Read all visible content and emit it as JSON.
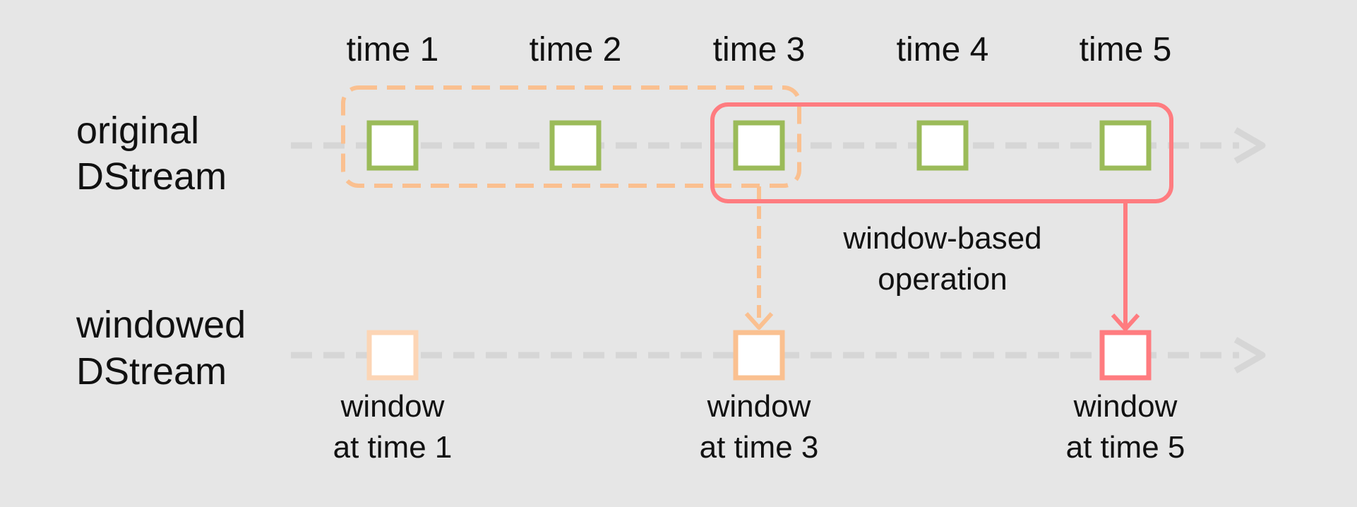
{
  "time_labels": [
    "time 1",
    "time 2",
    "time 3",
    "time 4",
    "time 5"
  ],
  "rows": {
    "original": {
      "line1": "original",
      "line2": "DStream"
    },
    "windowed": {
      "line1": "windowed",
      "line2": "DStream"
    }
  },
  "operation_label": {
    "line1": "window-based",
    "line2": "operation"
  },
  "window_labels": [
    {
      "line1": "window",
      "line2": "at time 1"
    },
    {
      "line1": "window",
      "line2": "at time 3"
    },
    {
      "line1": "window",
      "line2": "at time 5"
    }
  ],
  "colors": {
    "background": "#e6e6e6",
    "rdd_green": "#9bbb59",
    "window_earlier": "#fac090",
    "window_current": "#ff7c80",
    "window_time1": "#fcd5b5",
    "timeline_arrow": "#d6d6d6",
    "text": "#111111"
  },
  "icons": {
    "timeline": "dashed-arrow-right",
    "batch": "square-outline"
  }
}
